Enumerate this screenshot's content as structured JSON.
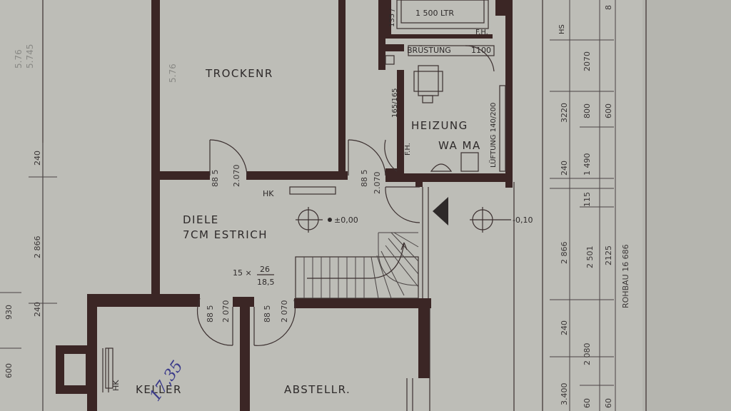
{
  "rooms": {
    "trockenr": "TROCKENR",
    "heizung": "HEIZUNG",
    "wama": "WA MA",
    "diele": "DIELE",
    "estrich": "7CM ESTRICH",
    "keller": "KELLER",
    "abstellr": "ABSTELLR."
  },
  "annotations": {
    "tank": "1 500 LTR",
    "tank_dim": "135 / ",
    "bruestung": "BRÜSTUNG",
    "bruestung_val": "1100",
    "fh_top": "F.H.",
    "fh_side": "F.H.",
    "lueftung": "LÜFTUNG 140/200",
    "window_165": "165/165",
    "hk_diele": "HK",
    "hk_keller": "HK",
    "level_diele": "±0,00",
    "level_right": "-0,10",
    "stair": "15 × 26 / 18,5",
    "stair_count": "15 ×",
    "stair_top": "26",
    "stair_bot": "18,5",
    "dim_576": "5.76",
    "dim_576b": "5.76",
    "dim_5745": "5.745",
    "handwritten": "17,35"
  },
  "doors": {
    "trockenr": {
      "w": "88 5",
      "h": "2.070"
    },
    "heizung": {
      "w": "88 5",
      "h": "2.070"
    },
    "keller": {
      "w": "88 5",
      "h": "2 070"
    },
    "abstellr": {
      "w": "88 5",
      "h": "2 070"
    }
  },
  "dimensions": {
    "left": {
      "d240": "240",
      "d2866": "2 866",
      "d240b": "240",
      "d600": "600",
      "d930": "930"
    },
    "right_col1": {
      "d3220": "3220",
      "d240": "240",
      "d2866": "2 866",
      "d240b": "240",
      "d3400": "3.400"
    },
    "right_col2": {
      "d2070": "2070",
      "d800": "800",
      "d1490": "1 490",
      "d2501": "2 501",
      "d2080": "2 080",
      "d60": "60"
    },
    "right_col3": {
      "d600": "600",
      "d115": "115",
      "d2125": "2125",
      "d60": "60",
      "d8": "8"
    },
    "hs": "HS",
    "rohbau": "ROHBAU  16 686"
  }
}
